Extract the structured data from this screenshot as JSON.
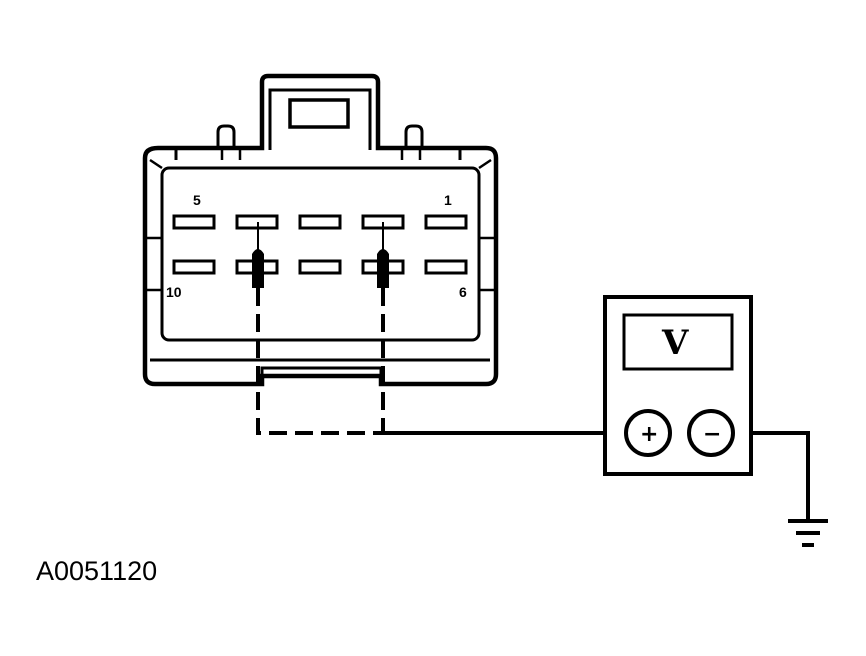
{
  "connector": {
    "pin_labels": {
      "top_left": "5",
      "top_right": "1",
      "bottom_left": "10",
      "bottom_right": "6"
    }
  },
  "meter": {
    "display_symbol": "V",
    "positive_terminal": "+",
    "negative_terminal": "−"
  },
  "figure_id": "A0051120"
}
